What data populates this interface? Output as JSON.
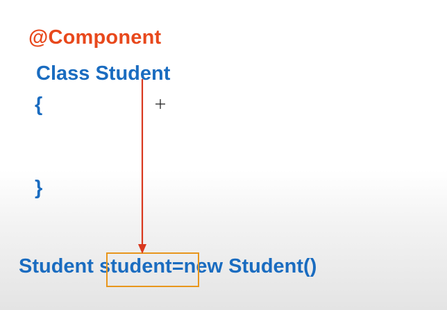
{
  "slide": {
    "annotation": "@Component",
    "class_declaration": "Class Student",
    "open_brace": "{",
    "close_brace": "}",
    "statement": {
      "type_name": "Student",
      "variable_name": "student",
      "initializer": "=new Student()"
    }
  },
  "colors": {
    "annotation": "#e8481c",
    "code": "#1a6cc0",
    "arrow": "#d9381e",
    "highlight_box": "#e8961c"
  },
  "icons": {
    "cursor": "crosshair-cursor-icon",
    "arrow": "arrow-down-icon"
  }
}
